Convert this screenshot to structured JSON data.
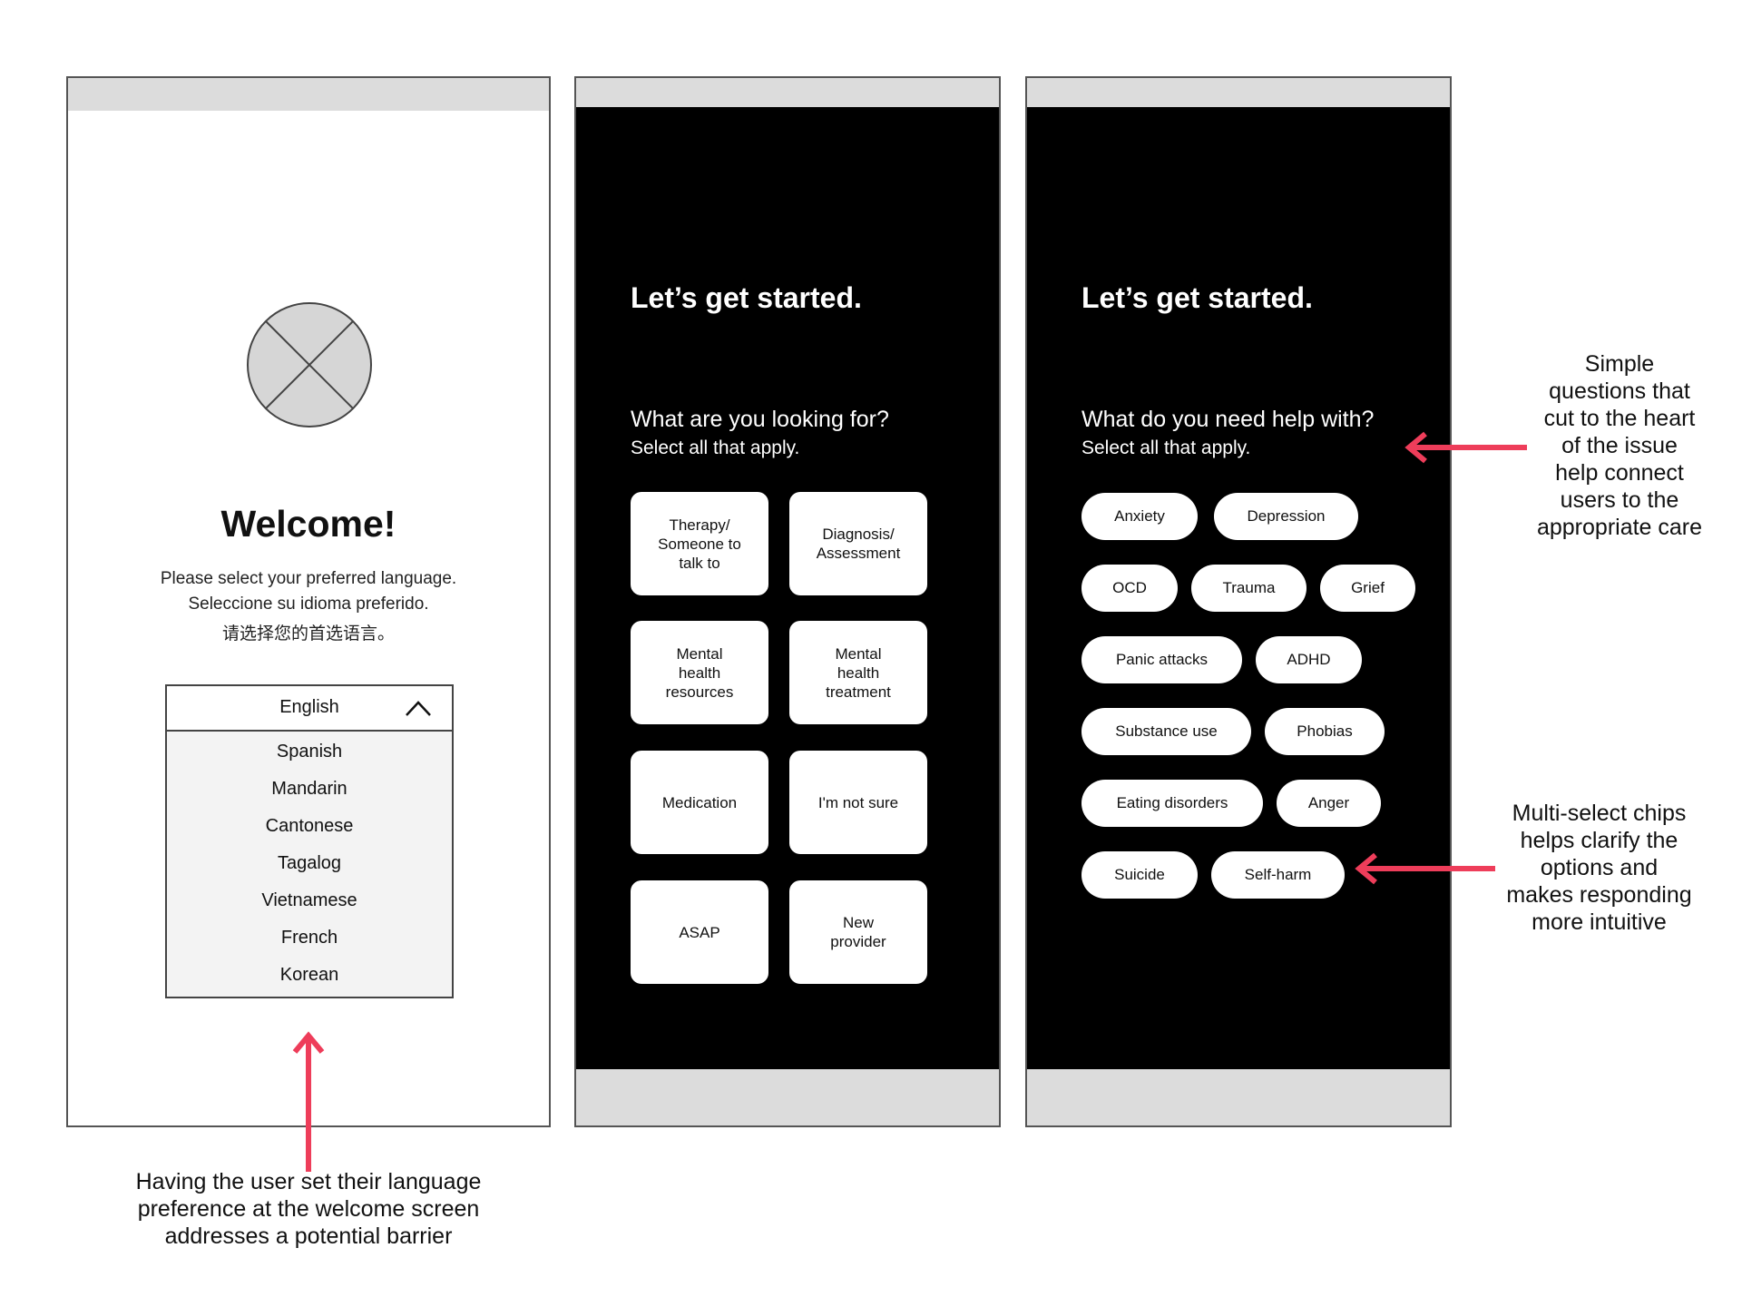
{
  "welcome_screen": {
    "title": "Welcome!",
    "prompt_en": "Please select your preferred language.",
    "prompt_es": "Seleccione su idioma preferido.",
    "prompt_zh": "请选择您的首选语言。",
    "dropdown": {
      "selected": "English",
      "options": [
        "Spanish",
        "Mandarin",
        "Cantonese",
        "Tagalog",
        "Vietnamese",
        "French",
        "Korean"
      ]
    }
  },
  "looking_for_screen": {
    "title": "Let’s get started.",
    "question": "What are you looking for?",
    "subtitle": "Select all that apply.",
    "cards": [
      "Therapy/\nSomeone to\ntalk to",
      "Diagnosis/\nAssessment",
      "Mental\nhealth\nresources",
      "Mental\nhealth\ntreatment",
      "Medication",
      "I'm not sure",
      "ASAP",
      "New\nprovider"
    ]
  },
  "help_with_screen": {
    "title": "Let’s get started.",
    "question": "What do you need help with?",
    "subtitle": "Select all that apply.",
    "chips": [
      "Anxiety",
      "Depression",
      "OCD",
      "Trauma",
      "Grief",
      "Panic attacks",
      "ADHD",
      "Substance use",
      "Phobias",
      "Eating disorders",
      "Anger",
      "Suicide",
      "Self-harm"
    ]
  },
  "annotations": {
    "questions_note": "Simple\nquestions that\ncut to the heart\nof the issue\nhelp connect\nusers to the\nappropriate care",
    "chips_note": "Multi-select chips\nhelps clarify the\noptions and\nmakes responding\nmore intuitive",
    "language_note": "Having the user set their language\npreference at the welcome screen\naddresses a potential barrier"
  },
  "colors": {
    "accent_arrow": "#ee3d5a",
    "dark_bg": "#000000",
    "bar_gray": "#dcdcdc"
  }
}
